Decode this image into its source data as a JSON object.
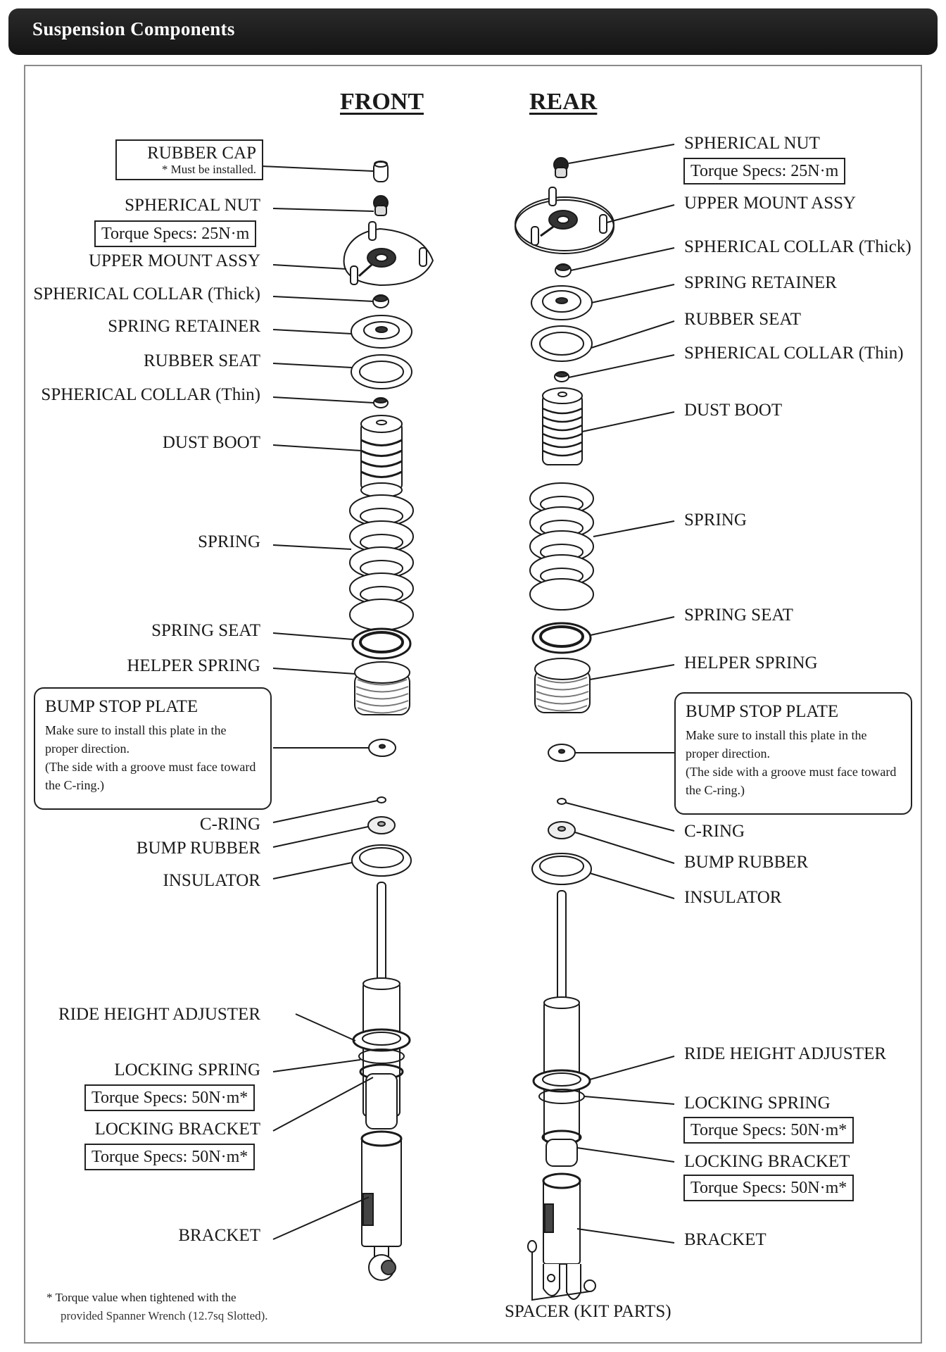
{
  "header": {
    "title": "Suspension Components",
    "bar_color": "#1b1b1b"
  },
  "columns": {
    "front": "FRONT",
    "rear": "REAR"
  },
  "front": {
    "rubber_cap": {
      "label": "RUBBER CAP",
      "note": "* Must be installed."
    },
    "spherical_nut": {
      "label": "SPHERICAL NUT",
      "torque": "Torque Specs: 25N·m"
    },
    "upper_mount": "UPPER MOUNT ASSY",
    "collar_thick": "SPHERICAL COLLAR (Thick)",
    "spring_retainer": "SPRING RETAINER",
    "rubber_seat": "RUBBER SEAT",
    "collar_thin": "SPHERICAL COLLAR (Thin)",
    "dust_boot": "DUST BOOT",
    "spring": "SPRING",
    "spring_seat": "SPRING SEAT",
    "helper_spring": "HELPER SPRING",
    "bump_stop_plate": {
      "label": "BUMP STOP PLATE",
      "line1": "Make sure to install this plate in the proper direction.",
      "line2": "(The side with a groove must face toward the C-ring.)"
    },
    "c_ring": "C-RING",
    "bump_rubber": "BUMP RUBBER",
    "insulator": "INSULATOR",
    "ride_height_adjuster": "RIDE HEIGHT ADJUSTER",
    "locking_spring": {
      "label": "LOCKING SPRING",
      "torque": "Torque Specs: 50N·m*"
    },
    "locking_bracket": {
      "label": "LOCKING BRACKET",
      "torque": "Torque Specs: 50N·m*"
    },
    "bracket": "BRACKET"
  },
  "rear": {
    "spherical_nut": {
      "label": "SPHERICAL NUT",
      "torque": "Torque Specs: 25N·m"
    },
    "upper_mount": "UPPER MOUNT ASSY",
    "collar_thick": "SPHERICAL COLLAR (Thick)",
    "spring_retainer": "SPRING RETAINER",
    "rubber_seat": "RUBBER SEAT",
    "collar_thin": "SPHERICAL COLLAR (Thin)",
    "dust_boot": "DUST BOOT",
    "spring": "SPRING",
    "spring_seat": "SPRING SEAT",
    "helper_spring": "HELPER SPRING",
    "bump_stop_plate": {
      "label": "BUMP STOP PLATE",
      "line1": "Make sure to install this plate in the proper direction.",
      "line2": "(The side with a groove must face toward the C-ring.)"
    },
    "c_ring": "C-RING",
    "bump_rubber": "BUMP RUBBER",
    "insulator": "INSULATOR",
    "ride_height_adjuster": "RIDE HEIGHT ADJUSTER",
    "locking_spring": {
      "label": "LOCKING SPRING",
      "torque": "Torque Specs: 50N·m*"
    },
    "locking_bracket": {
      "label": "LOCKING BRACKET",
      "torque": "Torque Specs: 50N·m*"
    },
    "bracket": "BRACKET",
    "spacer": "SPACER (KIT PARTS)"
  },
  "footnote": {
    "line1": "* Torque value when tightened with the",
    "line2": "provided Spanner Wrench (12.7sq Slotted)."
  }
}
